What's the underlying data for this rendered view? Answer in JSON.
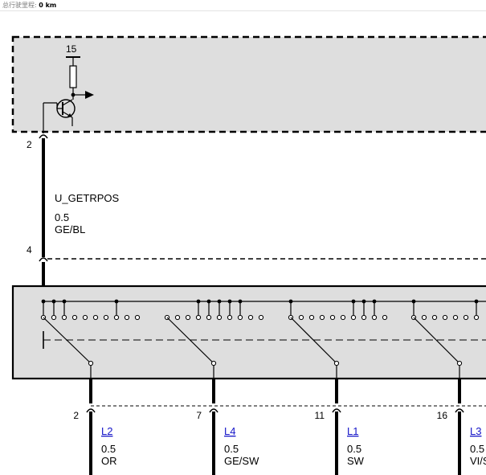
{
  "status_bar": {
    "label": "总行驶里程:",
    "value": "0 km"
  },
  "upper_module": {
    "terminal_label": "15",
    "output_pin": "2"
  },
  "signal_wire": {
    "signal_name": "U_GETRPOS",
    "cross_section": "0.5",
    "color_code": "GE/BL"
  },
  "connector": {
    "pin": "4"
  },
  "outputs": [
    {
      "pin": "2",
      "link": "L2",
      "cross_section": "0.5",
      "color_code": "OR"
    },
    {
      "pin": "7",
      "link": "L4",
      "cross_section": "0.5",
      "color_code": "GE/SW"
    },
    {
      "pin": "11",
      "link": "L1",
      "cross_section": "0.5",
      "color_code": "SW"
    },
    {
      "pin": "16",
      "link": "L3",
      "cross_section": "0.5",
      "color_code": "VI/S"
    }
  ]
}
